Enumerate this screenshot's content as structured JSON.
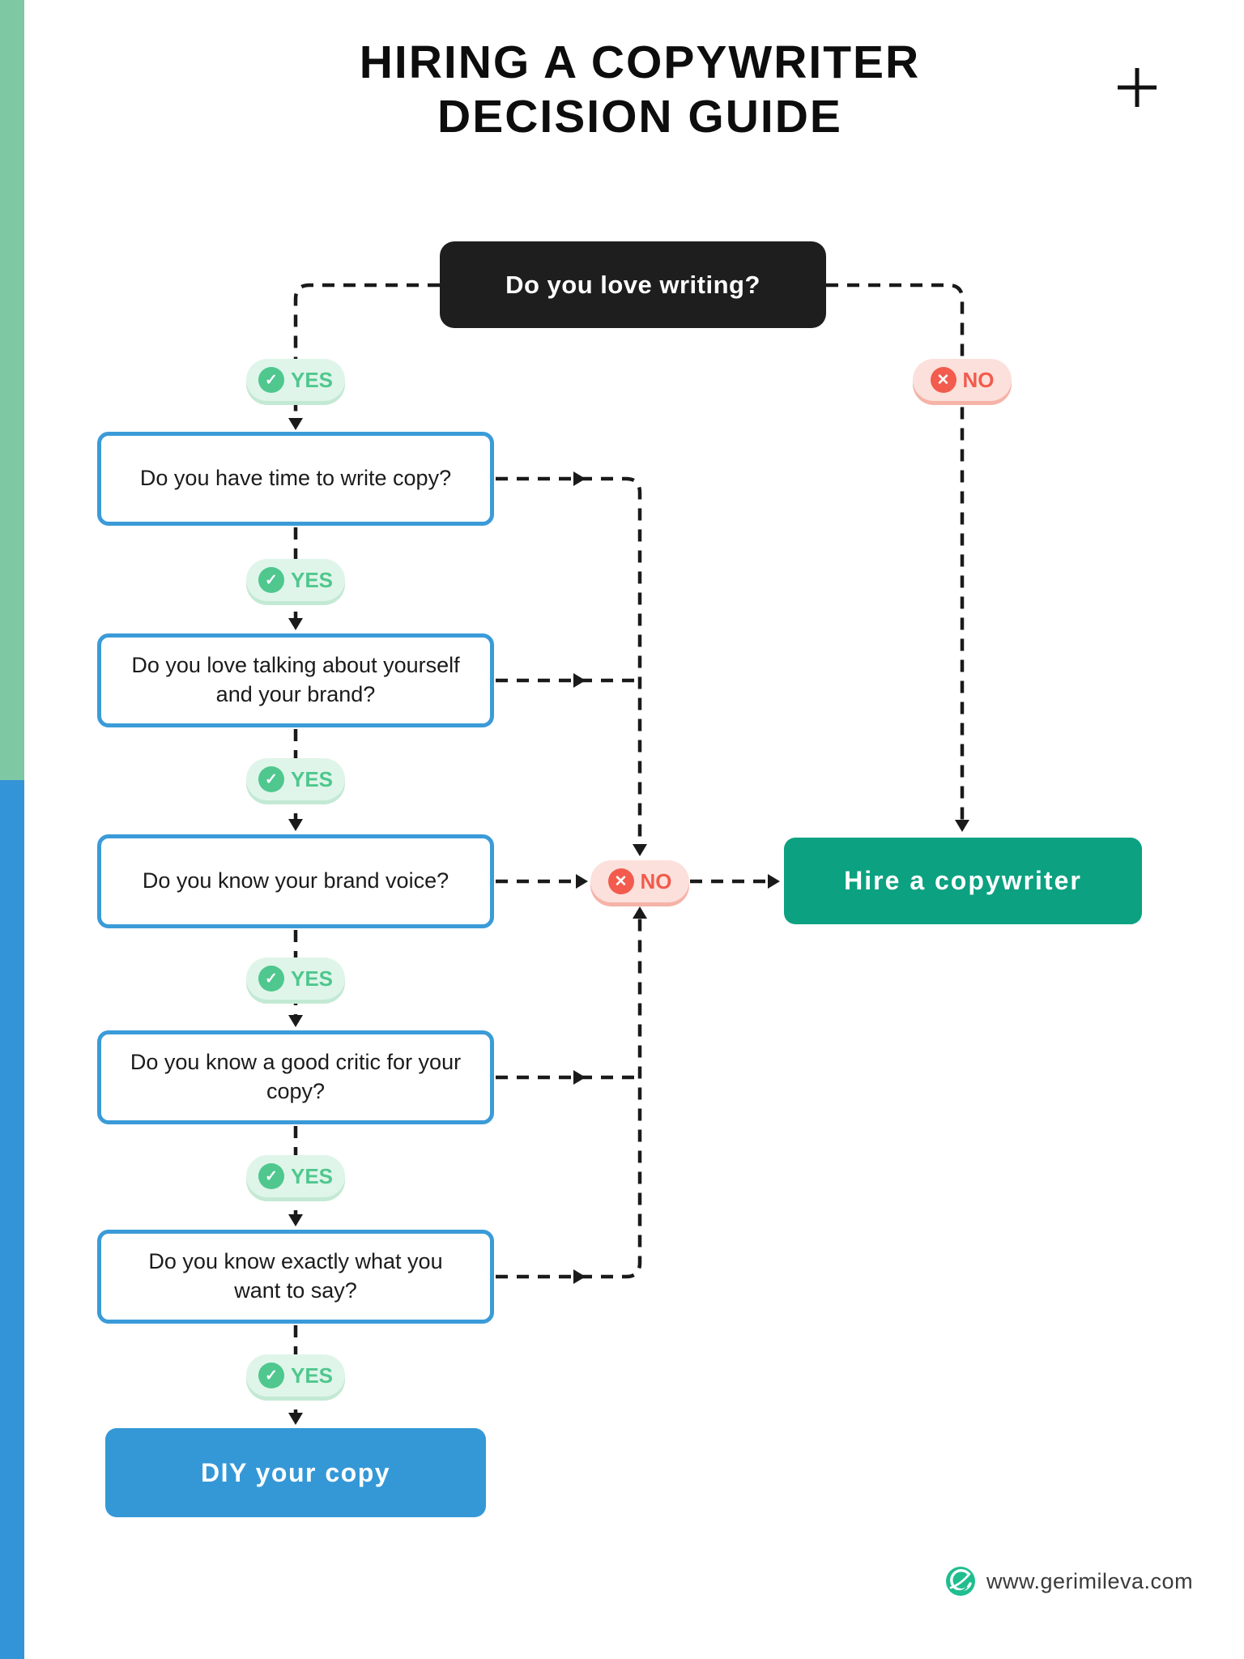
{
  "header": {
    "title_line1": "HIRING A COPYWRITER",
    "title_line2": "DECISION GUIDE"
  },
  "flowchart": {
    "root_question": "Do you love writing?",
    "yes_label": "YES",
    "no_label": "NO",
    "questions": [
      "Do you have time to write copy?",
      "Do you love talking about yourself and your brand?",
      "Do you know your brand voice?",
      "Do you know a good critic for your copy?",
      "Do you know exactly what you want to say?"
    ],
    "outcome_hire": "Hire a copywriter",
    "outcome_diy": "DIY your copy"
  },
  "icons": {
    "check_glyph": "✓",
    "cross_glyph": "✕",
    "plus_icon": "plus",
    "logo": "gerimileva-swirl"
  },
  "footer": {
    "website": "www.gerimileva.com"
  },
  "colors": {
    "stripe_green": "#7EC8A4",
    "stripe_blue": "#3494D8",
    "ink": "#1A1A1A",
    "root_box_bg": "#1E1E1E",
    "question_border": "#3B9BD8",
    "yes_bg": "#DFF5E9",
    "yes_fg": "#4FC78E",
    "no_bg": "#FCE0DB",
    "no_fg": "#F25B4D",
    "hire_bg": "#0CA181",
    "diy_bg": "#3498D7",
    "logo_green": "#1FBE8F",
    "footer_text": "#3A3A3A"
  }
}
